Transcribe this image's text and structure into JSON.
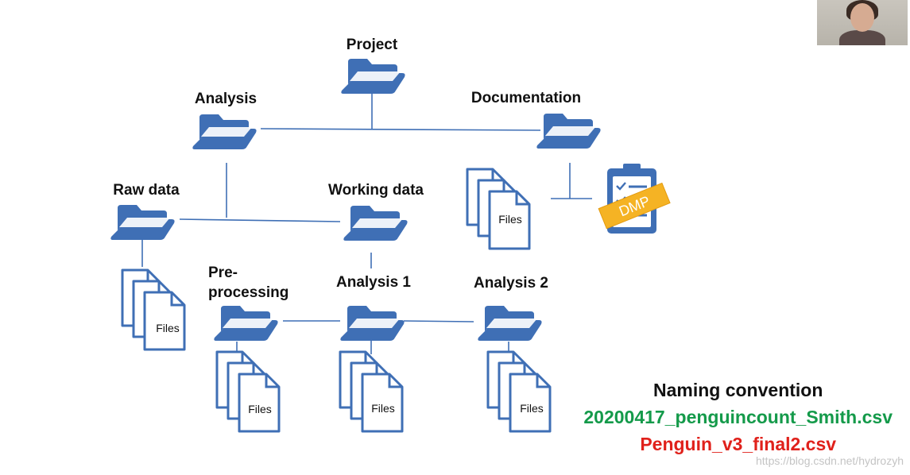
{
  "folders": {
    "project": "Project",
    "analysis": "Analysis",
    "documentation": "Documentation",
    "raw_data": "Raw data",
    "working_data": "Working data",
    "preprocessing_line1": "Pre-",
    "preprocessing_line2": "processing",
    "analysis1": "Analysis 1",
    "analysis2": "Analysis 2"
  },
  "files_label": "Files",
  "dmp_label": "DMP",
  "naming": {
    "title": "Naming convention",
    "good_example": "20200417_penguincount_Smith.csv",
    "bad_example": "Penguin_v3_final2.csv"
  },
  "watermark": "https://blog.csdn.net/hydrozyh",
  "colors": {
    "folder": "#3f6fb5",
    "good_example": "#149a4a",
    "bad_example": "#e0211b",
    "dmp_badge": "#f5b324"
  }
}
